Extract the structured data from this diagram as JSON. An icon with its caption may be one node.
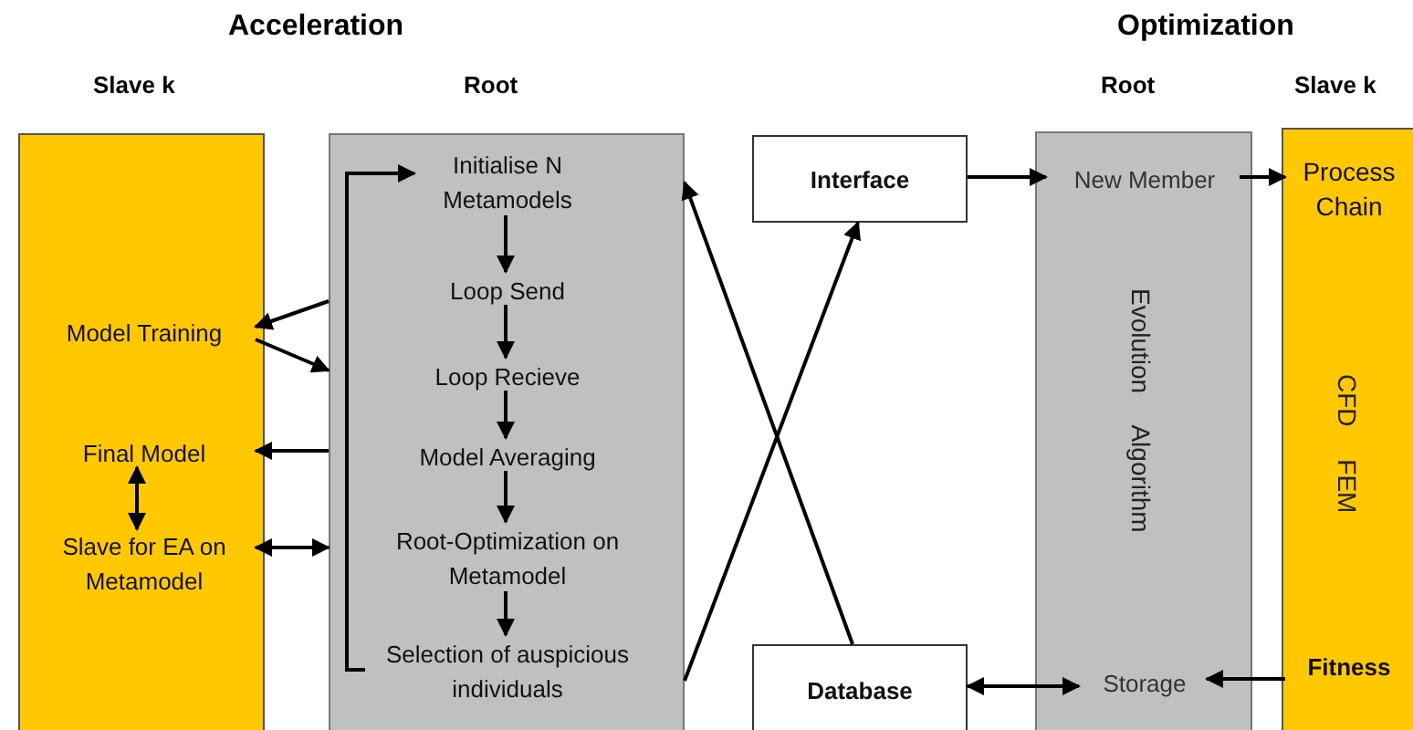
{
  "diagram": {
    "nodes": [
      {
        "text": [
          "Slave k"
        ]
      },
      {
        "text": [
          "Model Training"
        ],
        "in": 0
      },
      {
        "text": [
          "Final Model"
        ],
        "in": 0
      },
      {
        "text": [
          "Slave for EA on Metamodel"
        ],
        "in": 0
      },
      {
        "text": [
          "Root"
        ]
      },
      {
        "text": [
          "Initialise N Metamodels"
        ],
        "in": 4
      },
      {
        "text": [
          "Loop Send"
        ],
        "in": 4
      },
      {
        "text": [
          "Loop Recieve"
        ],
        "in": 4
      },
      {
        "text": [
          "Model Averaging"
        ],
        "in": 4
      },
      {
        "text": [
          "Root-Optimization on Metamodel"
        ],
        "in": 4
      },
      {
        "text": [
          "Selection of auspicious individuals"
        ],
        "in": 4
      },
      {
        "text": [
          "Interface"
        ]
      },
      {
        "text": [
          "Database"
        ]
      },
      {
        "text": [
          "Root",
          "Evolution Algorithm"
        ]
      },
      {
        "text": [
          "New Member"
        ],
        "in": 13
      },
      {
        "text": [
          "Storage"
        ],
        "in": 13
      },
      {
        "text": [
          "Slave k",
          "CFD FEM"
        ]
      },
      {
        "text": [
          "Process Chain"
        ],
        "in": 16
      },
      {
        "text": [
          "Fitness"
        ],
        "in": 16
      }
    ],
    "edges": [
      {
        "from": 4,
        "to": 1,
        "arrow": "to"
      },
      {
        "from": 1,
        "to": 4,
        "arrow": "to"
      },
      {
        "from": 4,
        "to": 2,
        "arrow": "to"
      },
      {
        "from": 3,
        "to": 4,
        "arrow": "both"
      },
      {
        "from": 2,
        "to": 3,
        "arrow": "both"
      },
      {
        "from": 5,
        "to": 6,
        "arrow": "to"
      },
      {
        "from": 6,
        "to": 7,
        "arrow": "to"
      },
      {
        "from": 7,
        "to": 8,
        "arrow": "to"
      },
      {
        "from": 8,
        "to": 9,
        "arrow": "to"
      },
      {
        "from": 9,
        "to": 10,
        "arrow": "to"
      },
      {
        "from": 10,
        "to": 5,
        "arrow": "to"
      },
      {
        "from": 12,
        "to": 4,
        "arrow": "to"
      },
      {
        "from": 4,
        "to": 11,
        "arrow": "to"
      },
      {
        "from": 11,
        "to": 14,
        "arrow": "to"
      },
      {
        "from": 14,
        "to": 17,
        "arrow": "to"
      },
      {
        "from": 18,
        "to": 15,
        "arrow": "to"
      },
      {
        "from": 12,
        "to": 15,
        "arrow": "both"
      }
    ],
    "labels": [
      "Acceleration",
      "Optimization"
    ]
  }
}
